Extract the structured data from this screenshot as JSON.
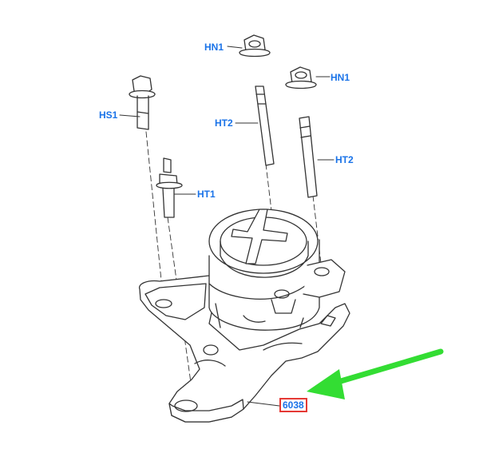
{
  "labels": {
    "hn1_top": "HN1",
    "hn1_right": "HN1",
    "hs1": "HS1",
    "ht2_left": "HT2",
    "ht2_right": "HT2",
    "ht1": "HT1",
    "part_number": "6038"
  },
  "colors": {
    "label_text": "#1a73e8",
    "highlight_box": "#e53935",
    "pointer_arrow": "#33dd33",
    "line_art": "#333333"
  },
  "icons": {
    "pointer": "green-arrow-icon"
  }
}
